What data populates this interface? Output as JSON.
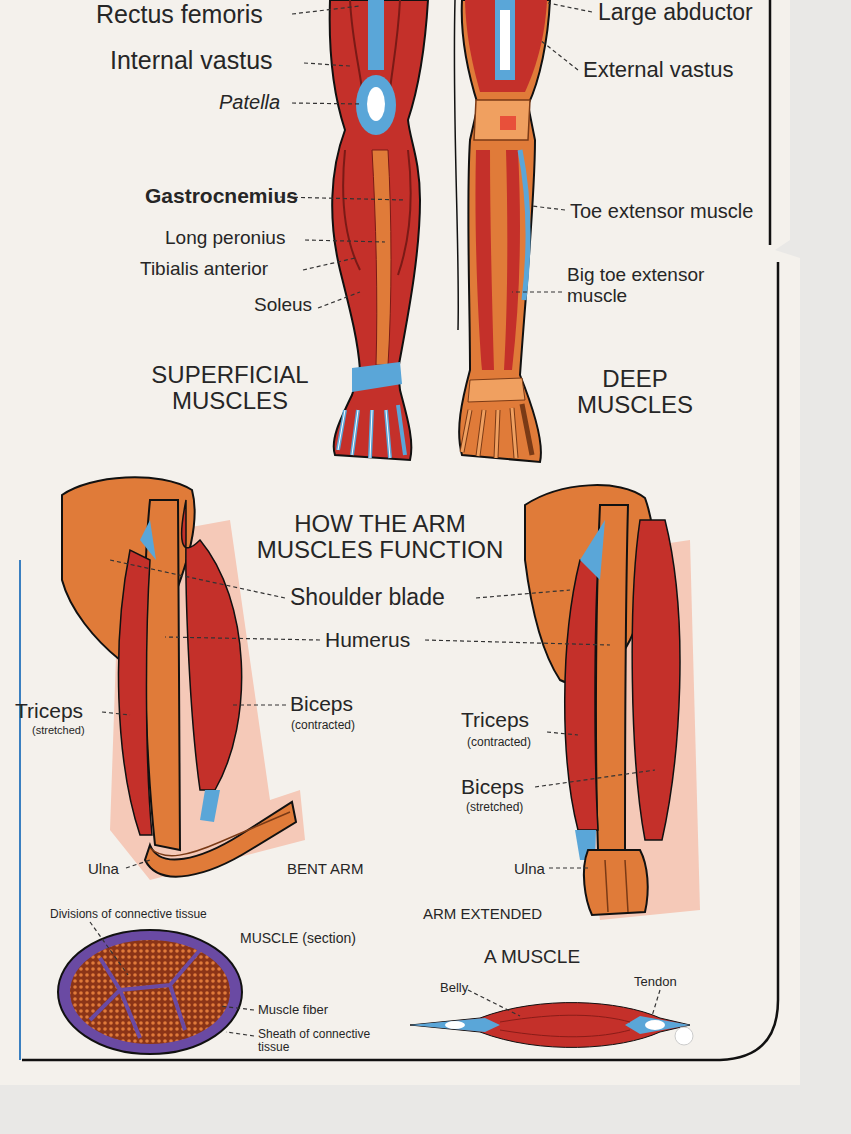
{
  "diagram": {
    "labels": [
      "Rectus femoris",
      "Large abductor",
      "Internal vastus",
      "External vastus",
      "Patella",
      "Gastrocnemius",
      "Toe extensor muscle",
      "Long peronius",
      "Tibialis anterior",
      "Big toe extensor muscle",
      "Soleus",
      "SUPERFICIAL MUSCLES",
      "DEEP MUSCLES",
      "HOW THE ARM MUSCLES FUNCTION",
      "Shoulder blade",
      "Humerus",
      "Triceps",
      "(stretched)",
      "Biceps",
      "(contracted)",
      "Triceps",
      "(contracted)",
      "Biceps",
      "(stretched)",
      "Ulna",
      "BENT ARM",
      "Ulna",
      "Divisions of connective tissue",
      "ARM EXTENDED",
      "MUSCLE (section)",
      "Muscle fiber",
      "A MUSCLE",
      "Sheath of connective tissue",
      "Belly",
      "Tendon"
    ]
  }
}
